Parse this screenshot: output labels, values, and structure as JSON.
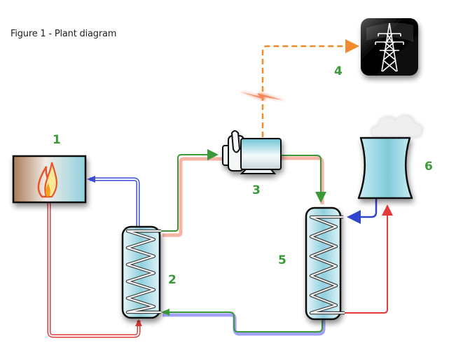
{
  "figure": {
    "caption": "Figure 1 - Plant diagram"
  },
  "components": [
    {
      "id": "1",
      "label": "1",
      "type": "boiler / heat source (flame)"
    },
    {
      "id": "2",
      "label": "2",
      "type": "heat exchanger (evaporator)"
    },
    {
      "id": "3",
      "label": "3",
      "type": "turbine / generator"
    },
    {
      "id": "4",
      "label": "4",
      "type": "electrical grid (transmission tower)"
    },
    {
      "id": "5",
      "label": "5",
      "type": "heat exchanger (condenser)"
    },
    {
      "id": "6",
      "label": "6",
      "type": "cooling tower"
    }
  ],
  "flows": [
    {
      "from": "2",
      "to": "1",
      "color": "#3a4fd8",
      "style": "double-line",
      "kind": "cold return"
    },
    {
      "from": "1",
      "to": "2",
      "color": "#e23b3b",
      "style": "double-line",
      "kind": "hot supply"
    },
    {
      "from": "2",
      "to": "3",
      "color": "#3a9a3a",
      "style": "solid",
      "kind": "working fluid vapor"
    },
    {
      "from": "3",
      "to": "5",
      "color": "#3a9a3a",
      "style": "solid",
      "kind": "working fluid exhaust"
    },
    {
      "from": "5",
      "to": "2",
      "color": "#3a9a3a",
      "style": "solid",
      "kind": "working fluid liquid"
    },
    {
      "from": "6",
      "to": "5",
      "color": "#2f45d0",
      "style": "solid",
      "kind": "cooling water in"
    },
    {
      "from": "5",
      "to": "6",
      "color": "#e23b3b",
      "style": "solid",
      "kind": "cooling water out"
    },
    {
      "from": "3",
      "to": "4",
      "color": "#f08a2c",
      "style": "dashed",
      "kind": "electricity"
    }
  ],
  "colors": {
    "label_green": "#3a9a3a",
    "working_fluid": "#3a9a3a",
    "hot": "#e23b3b",
    "cold": "#3a4fd8",
    "electric": "#f08a2c",
    "vessel_fill": "#a9dde6"
  }
}
